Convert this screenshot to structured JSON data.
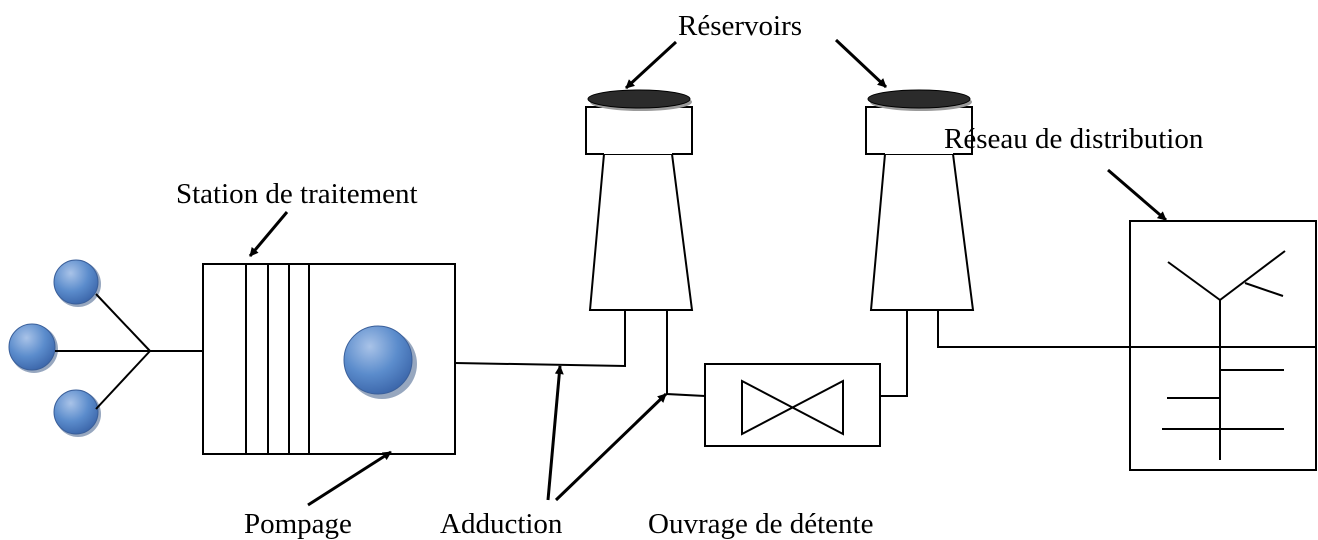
{
  "labels": {
    "reservoirs": "Réservoirs",
    "reseau": "Réseau de distribution",
    "station": "Station de traitement",
    "pompage": "Pompage",
    "adduction": "Adduction",
    "ouvrage": "Ouvrage de détente"
  },
  "colors": {
    "stroke": "#000000",
    "source_fill": "#4f81bd",
    "reservoir_lid": "#2b2b2b"
  }
}
